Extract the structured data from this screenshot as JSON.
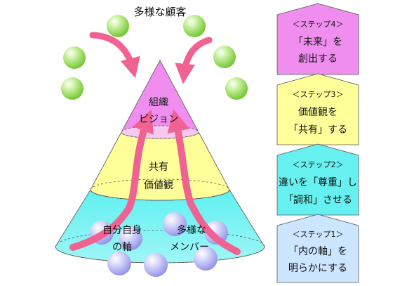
{
  "title": "多様な顧客",
  "pyramid": {
    "top": {
      "line1": "組織",
      "line2": "ビジョン"
    },
    "middle": {
      "line1": "共有",
      "line2": "価値観"
    },
    "bottom_left": {
      "line1": "自分自身",
      "line2": "の軸"
    },
    "bottom_right": {
      "line1": "多様な",
      "line2": "メンバー"
    }
  },
  "steps": [
    {
      "label": "＜ステップ4＞",
      "line1": "「未来」を",
      "line2": "創出する",
      "color": "#f08ef0"
    },
    {
      "label": "＜ステップ3＞",
      "line1": "価値観を",
      "line2": "「共有」する",
      "color": "#ffff99"
    },
    {
      "label": "＜ステップ2＞",
      "line1": "違いを「尊重」し",
      "line2": "「調和」させる",
      "color": "#66f0f0"
    },
    {
      "label": "＜ステップ1＞",
      "line1": "「内の軸」を",
      "line2": "明らかにする",
      "color": "#cce6ff"
    }
  ],
  "colors": {
    "top_layer": "#f08ef0",
    "middle_layer": "#ffff99",
    "bottom_layer": "#66f0f0",
    "arrow": "#f06292",
    "customer_sphere": "#9be05a",
    "member_sphere": "#b9b9f5"
  }
}
